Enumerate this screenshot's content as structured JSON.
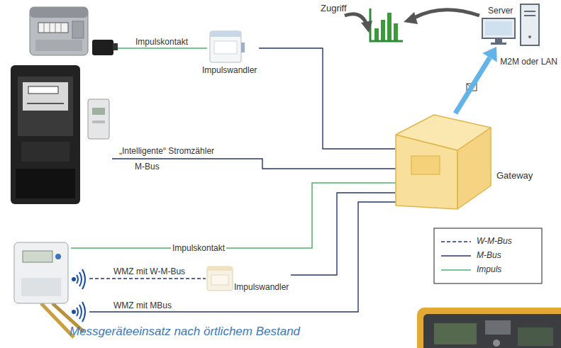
{
  "diagram": {
    "caption": "Messgeräteeinsatz nach örtlichem Bestand",
    "nodes": [
      {
        "text": [
          "Server"
        ]
      },
      {
        "text": [
          "Impulswandler"
        ]
      },
      {
        "text": [
          "Gateway"
        ]
      },
      {
        "text": [
          "Impulswandler"
        ]
      }
    ],
    "edges": [
      {
        "from": 1,
        "to": 2,
        "arrow": "none"
      },
      {
        "from": 3,
        "to": 2,
        "arrow": "none"
      },
      {
        "from": 2,
        "to": 0,
        "label": "M2M oder LAN",
        "arrow": "to"
      }
    ],
    "labels": [
      "Zugriff",
      "Impulskontakt",
      "„Intelligente“ Stromzähler",
      "M-Bus",
      "Impulskontakt",
      "WMZ mit W-M-Bus",
      "WMZ mit MBus"
    ],
    "legend": [
      {
        "text": "W-M-Bus"
      },
      {
        "text": "M-Bus"
      },
      {
        "text": "Impuls"
      }
    ]
  }
}
